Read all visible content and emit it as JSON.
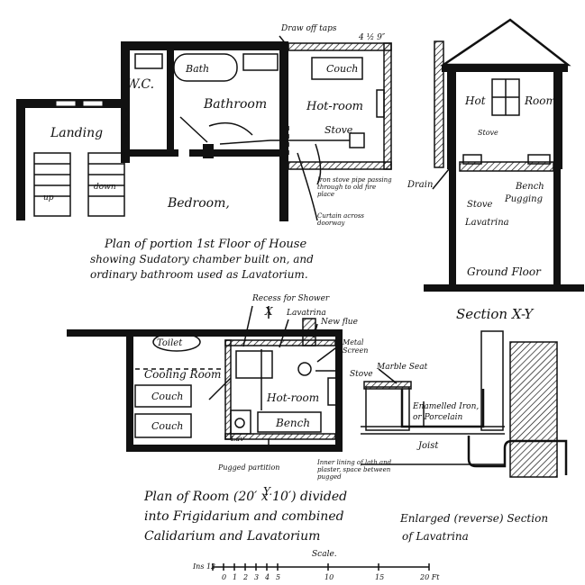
{
  "plan1": {
    "rooms": {
      "wc": "W.C.",
      "bath": "Bath",
      "bathroom": "Bathroom",
      "hot_room": "Hot-room",
      "couch": "Couch",
      "stove": "Stove",
      "landing": "Landing",
      "bedroom": "Bedroom,",
      "up": "up",
      "down": "down"
    },
    "annotations": {
      "draw_off_taps": "Draw off taps",
      "dim_top": "4 ½ 9″",
      "iron_stove_pipe": "Iron stove pipe passing through to old fire place",
      "curtain": "Curtain across doorway"
    },
    "caption": [
      "Plan of portion 1st Floor of House",
      "showing Sudatory chamber built on, and",
      "ordinary bathroom used as Lavatorium."
    ]
  },
  "section": {
    "hot_room": "Hot",
    "room": "Room",
    "stove_upper": "Stove",
    "drain": "Drain",
    "bench": "Bench",
    "pugging": "Pugging",
    "stove": "Stove",
    "lavatrina": "Lavatrina",
    "ground_floor": "Ground Floor",
    "caption": "Section X-Y"
  },
  "plan2": {
    "rooms": {
      "toilet": "Toilet",
      "cooling_room": "Cooling Room",
      "couch1": "Couch",
      "couch2": "Couch",
      "hot_room": "Hot-room",
      "bench": "Bench",
      "lav": "Lav",
      "x_mark": "X",
      "y_mark": "Y."
    },
    "annotations": {
      "recess": "Recess for Shower",
      "lavatrina": "Lavatrina",
      "new_flue": "New flue",
      "metal_screen": "Metal Screen",
      "stove": "Stove",
      "pugged_partition": "Pugged partition",
      "inner_lining": "Inner lining of lath and plaster, space between pugged"
    },
    "caption": [
      "Plan of Room (20′ x 10′) divided",
      "into Frigidarium and combined",
      "Calidarium and Lavatorium"
    ],
    "scale": {
      "label": "Scale.",
      "ticks": [
        "Ins 12",
        "0",
        "1",
        "2",
        "3",
        "4",
        "5",
        "10",
        "15",
        "20 Ft"
      ]
    }
  },
  "detail": {
    "marble_seat": "Marble Seat",
    "enamelled": "Enamelled Iron,",
    "porcelain": "or Porcelain",
    "joist": "Joist",
    "caption": [
      "Enlarged (reverse) Section",
      "of Lavatrina"
    ]
  }
}
